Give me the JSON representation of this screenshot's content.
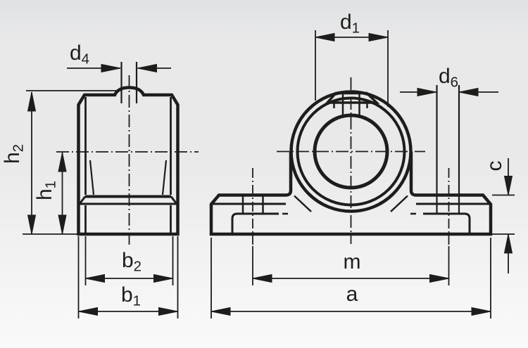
{
  "labels": {
    "d4": {
      "base": "d",
      "sub": "4"
    },
    "h2": {
      "base": "h",
      "sub": "2"
    },
    "h1": {
      "base": "h",
      "sub": "1"
    },
    "b2": {
      "base": "b",
      "sub": "2"
    },
    "b1": {
      "base": "b",
      "sub": "1"
    },
    "d1": {
      "base": "d",
      "sub": "1"
    },
    "d6": {
      "base": "d",
      "sub": "6"
    },
    "c": {
      "base": "c",
      "sub": ""
    },
    "m": {
      "base": "m",
      "sub": ""
    },
    "a": {
      "base": "a",
      "sub": ""
    }
  },
  "colors": {
    "ink": "#1d1d1b",
    "background_top": "#dfe1e4",
    "background_bottom": "#fafafa"
  }
}
